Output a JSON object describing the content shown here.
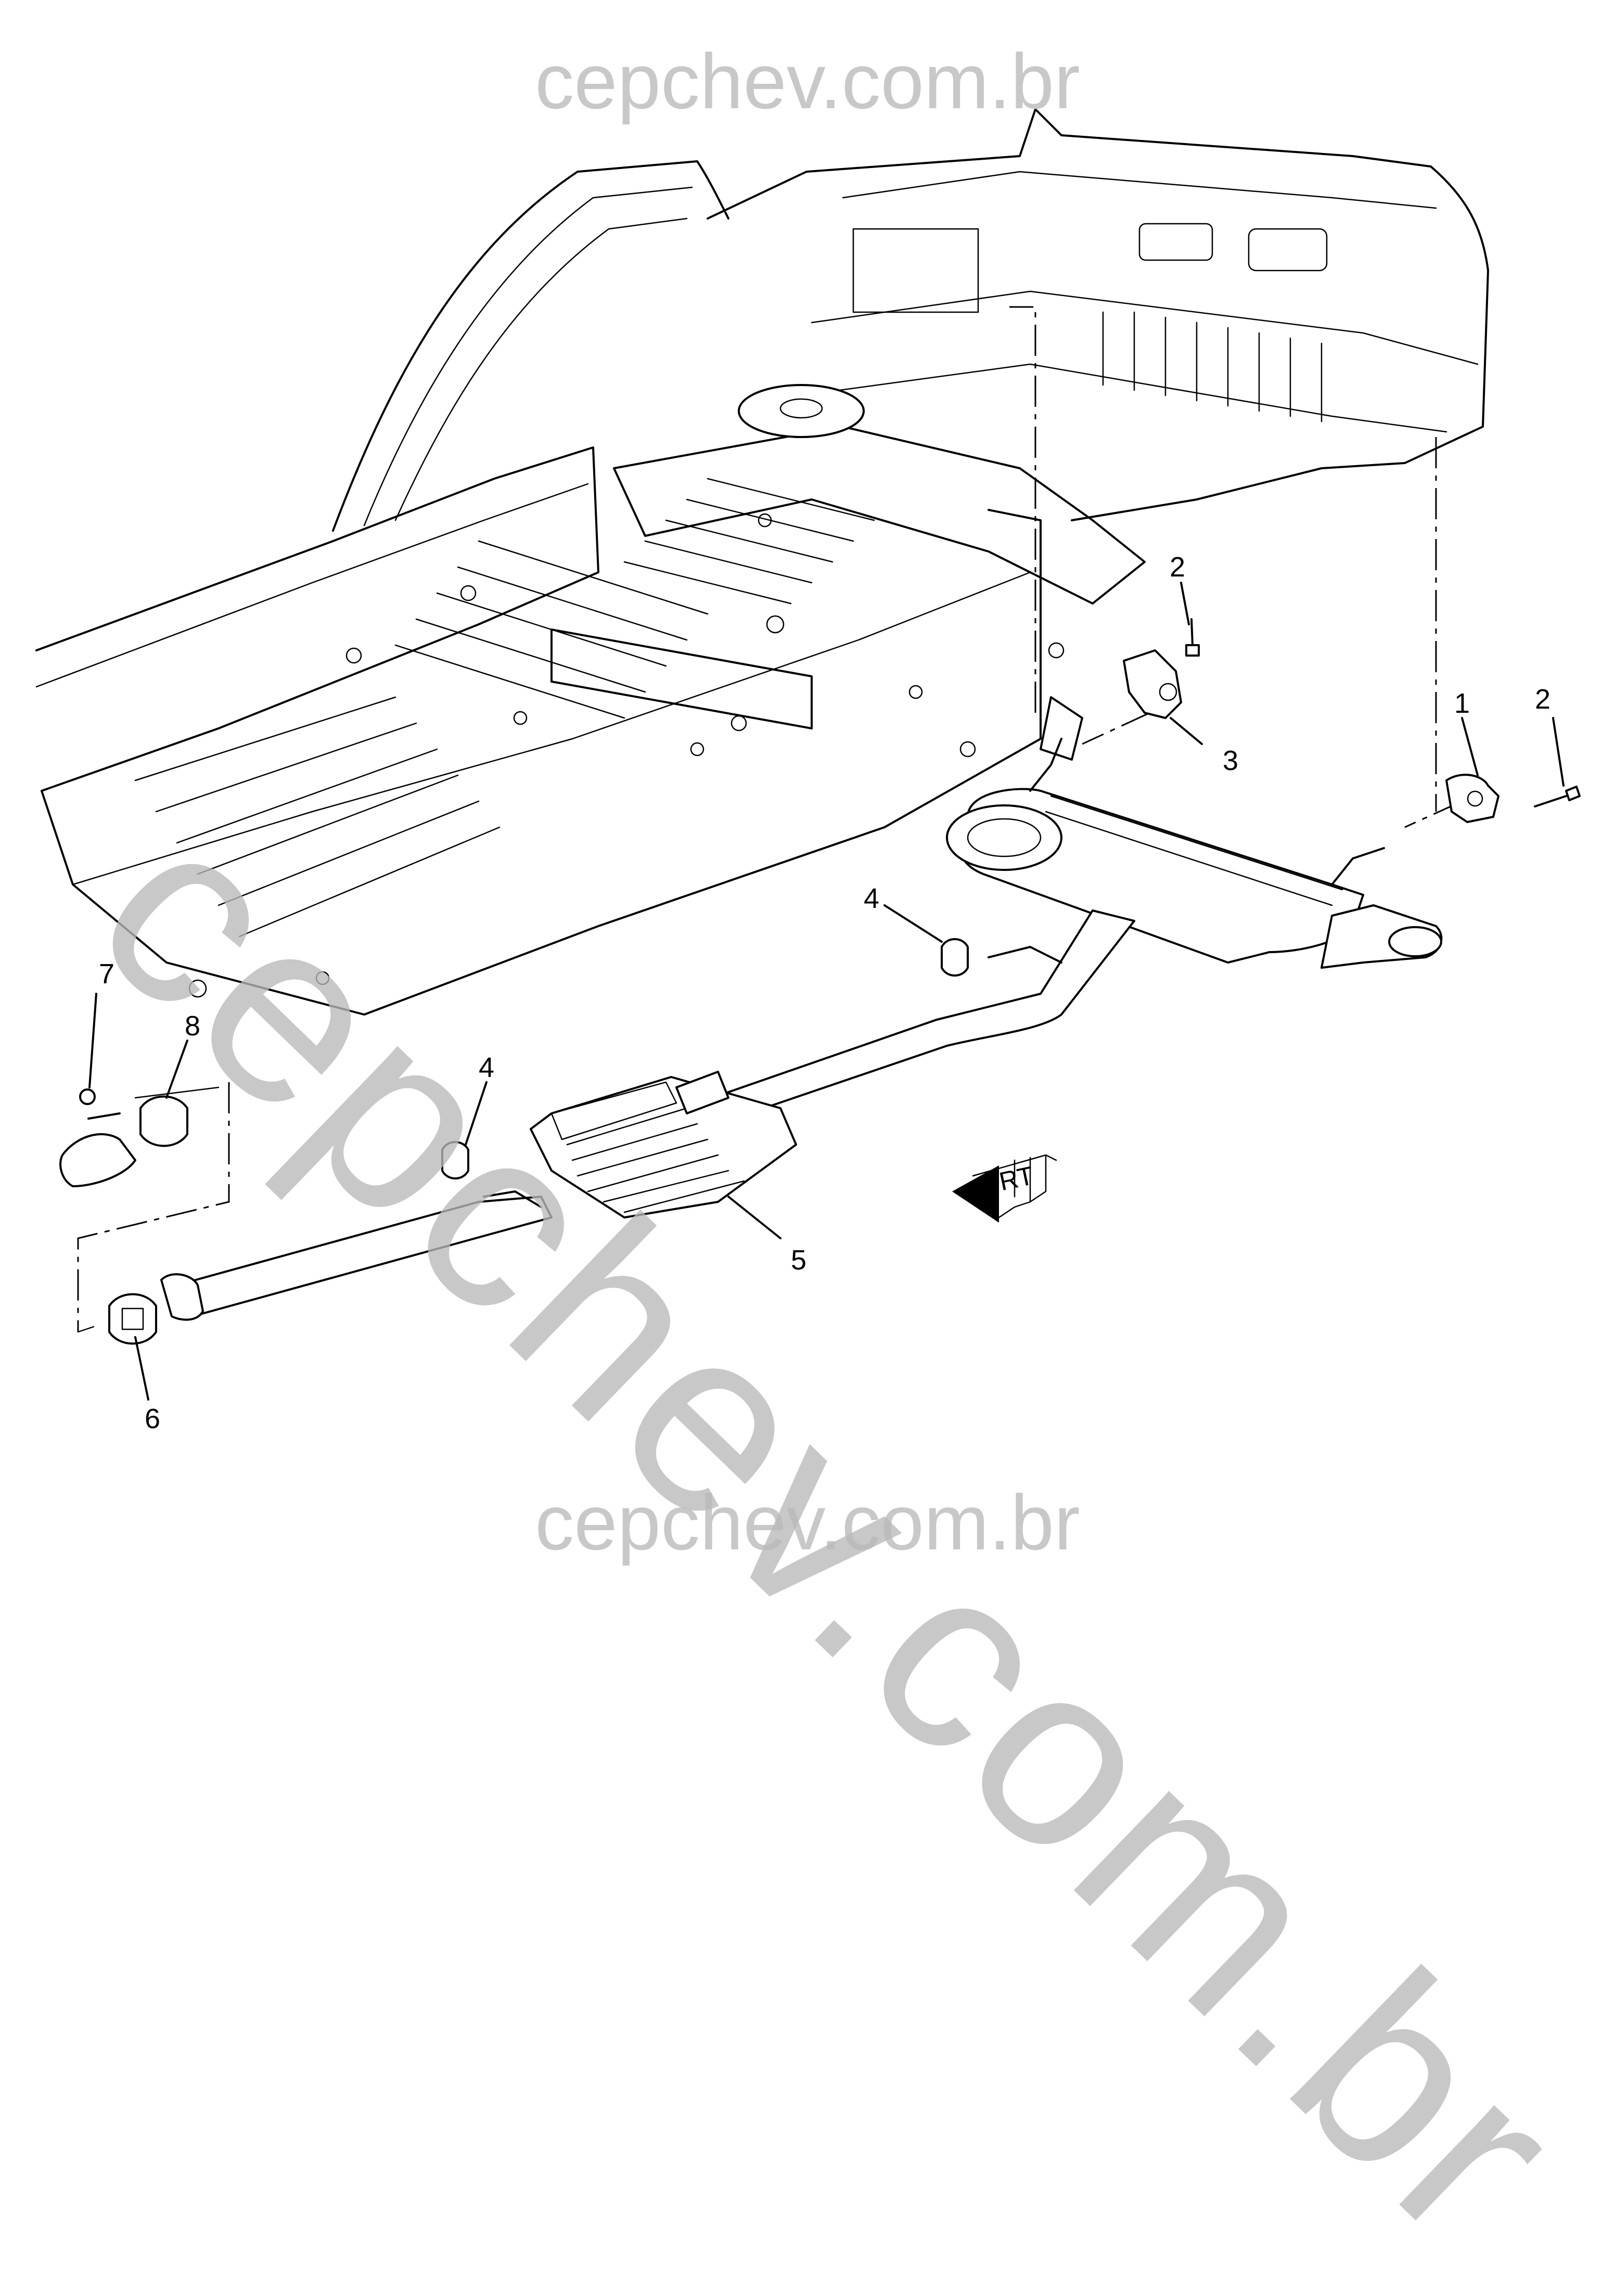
{
  "watermark": {
    "top": "cepchev.com.br",
    "bottom": "cepchev.com.br",
    "diagonal": "cepchev.com.br"
  },
  "callouts": {
    "c1": "1",
    "c2a": "2",
    "c2b": "2",
    "c3": "3",
    "c4a": "4",
    "c4b": "4",
    "c5": "5",
    "c6": "6",
    "c7": "7",
    "c8": "8"
  },
  "front_indicator": "FRT"
}
